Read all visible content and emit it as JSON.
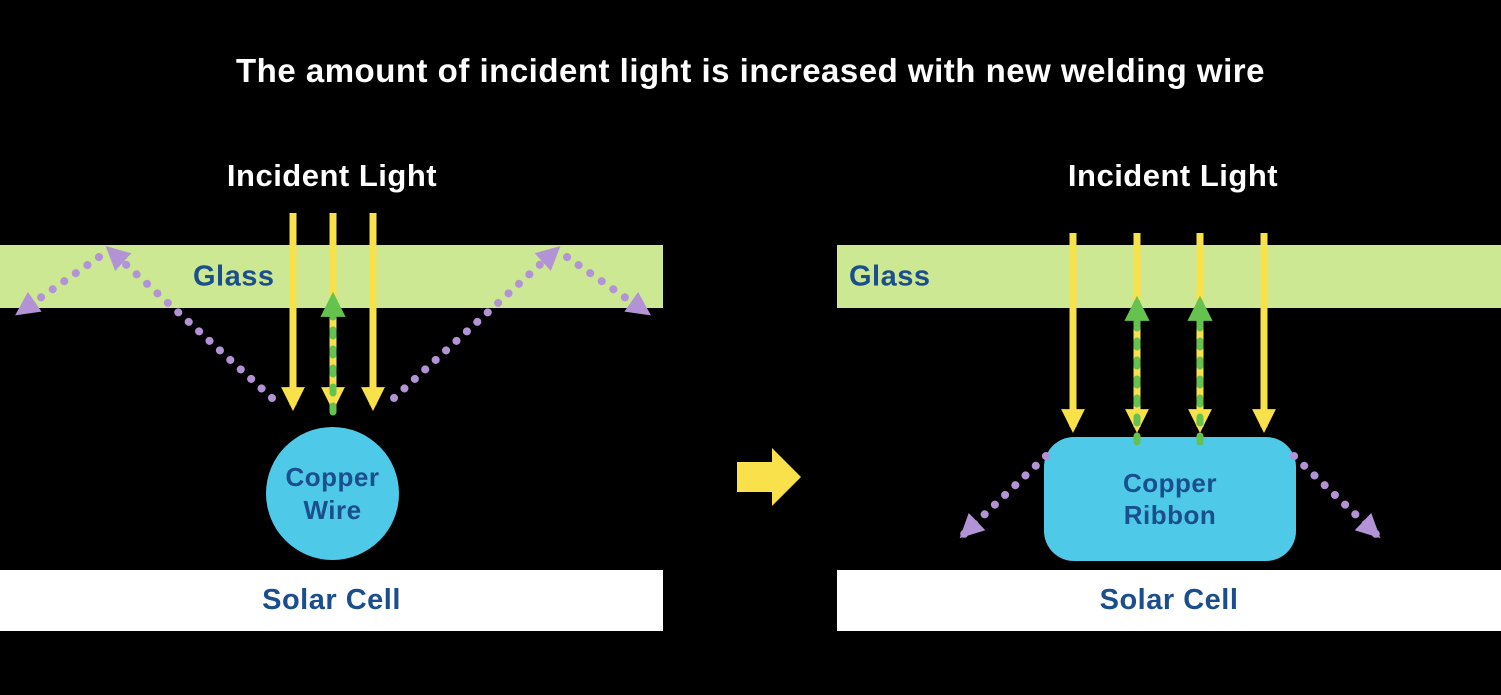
{
  "title": "The amount of incident light is increased with new welding wire",
  "colors": {
    "background": "#000000",
    "title_text": "#ffffff",
    "glass_band": "#cde893",
    "label_blue": "#1a4e8c",
    "incident_yellow": "#f8e14b",
    "reflect_green": "#66c24e",
    "reflect_purple": "#b293d6",
    "copper_cyan": "#4ec9e8",
    "solar_cell_bg": "#ffffff"
  },
  "left_panel": {
    "incident_light_label": "Incident Light",
    "glass_label": "Glass",
    "copper_line1": "Copper",
    "copper_line2": "Wire",
    "solar_cell_label": "Solar Cell"
  },
  "right_panel": {
    "incident_light_label": "Incident Light",
    "glass_label": "Glass",
    "copper_line1": "Copper",
    "copper_line2": "Ribbon",
    "solar_cell_label": "Solar Cell"
  }
}
